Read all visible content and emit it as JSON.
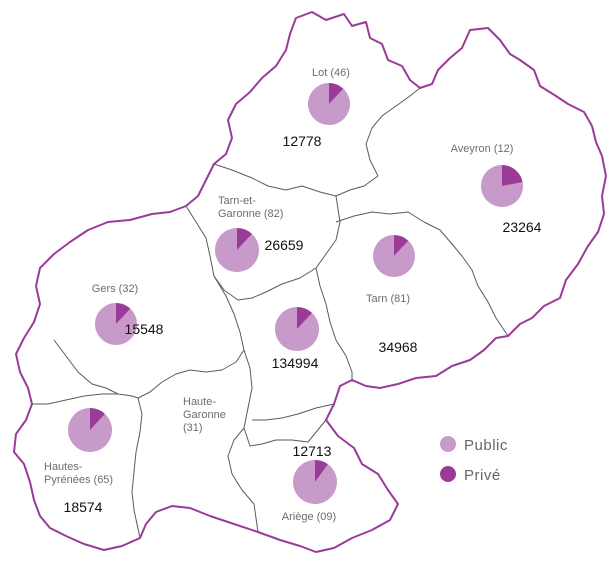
{
  "colors": {
    "public": "#c89ac9",
    "prive": "#9a3b98",
    "outer_border": "#9a3b98",
    "inner_border": "#5a5a5a"
  },
  "legend": {
    "public": "Public",
    "prive": "Privé"
  },
  "departments": [
    {
      "id": "lot",
      "label_lines": [
        "Lot (46)"
      ],
      "value": "12778",
      "prive_share": 0.12
    },
    {
      "id": "aveyron",
      "label_lines": [
        "Aveyron (12)"
      ],
      "value": "23264",
      "prive_share": 0.22
    },
    {
      "id": "tarn-et-garonne",
      "label_lines": [
        "Tarn-et-",
        "Garonne (82)"
      ],
      "value": "26659",
      "prive_share": 0.12
    },
    {
      "id": "tarn",
      "label_lines": [
        "Tarn (81)"
      ],
      "value": "34968",
      "prive_share": 0.12
    },
    {
      "id": "gers",
      "label_lines": [
        "Gers (32)"
      ],
      "value": "15548",
      "prive_share": 0.12
    },
    {
      "id": "haute-garonne",
      "label_lines": [
        "Haute-",
        "Garonne",
        "(31)"
      ],
      "value": "134994",
      "prive_share": 0.12
    },
    {
      "id": "hautes-pyrenees",
      "label_lines": [
        "Hautes-",
        "Pyrénées (65)"
      ],
      "value": "18574",
      "prive_share": 0.12
    },
    {
      "id": "ariege",
      "label_lines": [
        "Ariège (09)"
      ],
      "value": "12713",
      "prive_share": 0.1
    }
  ]
}
